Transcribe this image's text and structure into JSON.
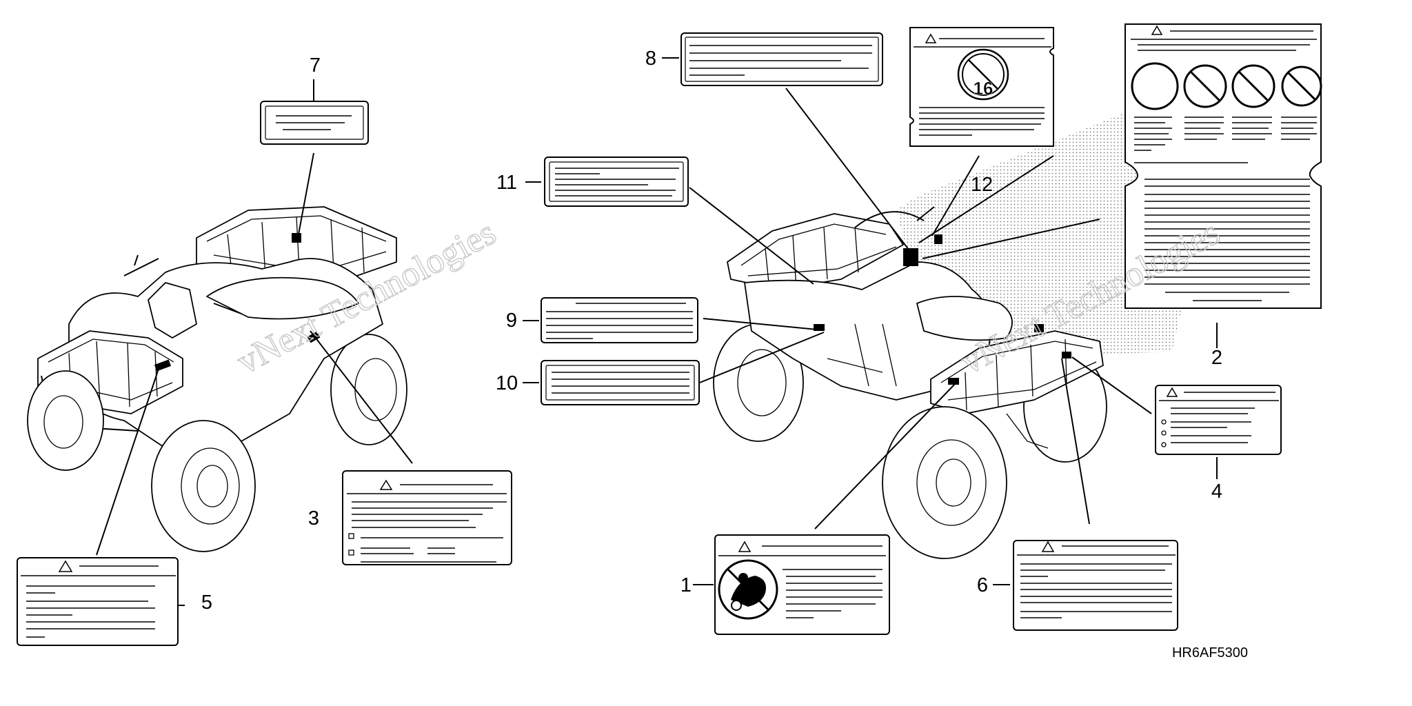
{
  "callouts": [
    "1",
    "2",
    "3",
    "4",
    "5",
    "6",
    "7",
    "8",
    "9",
    "10",
    "11",
    "12"
  ],
  "age_symbol_text": "16",
  "watermark_text": "vNext Technologies",
  "diagram_code": "HR6AF5300",
  "icons": [
    "warning-triangle-icon",
    "prohibition-circle-icon",
    "age-restriction-16-icon",
    "no-passenger-icon"
  ]
}
